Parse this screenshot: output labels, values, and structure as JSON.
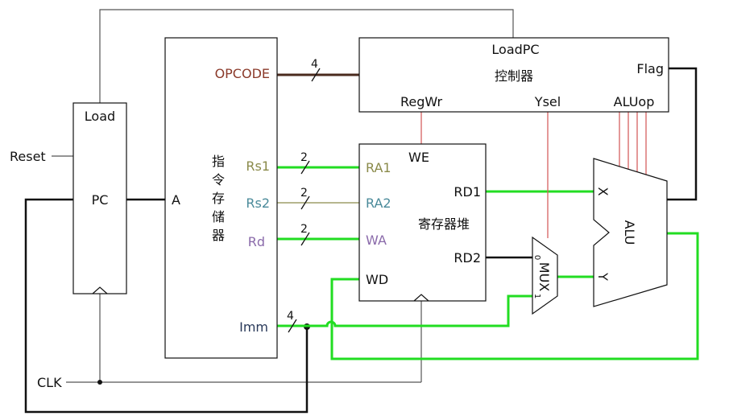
{
  "colors": {
    "black": "#111111",
    "gray": "#555555",
    "green": "#22dd22",
    "red": "#d66060",
    "brown": "#4a2a1e",
    "olive": "#8a8a4a",
    "opcode": "#8b3a2a",
    "rs1": "#8a8a4a",
    "rs2": "#4a8a9a",
    "rd": "#8a6aaa",
    "imm": "#2a3a5a",
    "ra1": "#8a8a4a",
    "ra2": "#4a8a9a",
    "wa": "#8a6aaa"
  },
  "pc": {
    "load": "Load",
    "name": "PC"
  },
  "reset": "Reset",
  "clk": "CLK",
  "imem": {
    "addr": "A",
    "title_chars": [
      "指",
      "令",
      "存",
      "储",
      "器"
    ],
    "opcode": "OPCODE",
    "rs1": "Rs1",
    "rs2": "Rs2",
    "rd": "Rd",
    "imm": "Imm"
  },
  "bus_widths": {
    "opcode": "4",
    "rs1": "2",
    "rs2": "2",
    "rd": "2",
    "imm": "4"
  },
  "controller": {
    "loadpc": "LoadPC",
    "title": "控制器",
    "flag": "Flag",
    "regwr": "RegWr",
    "ysel": "Ysel",
    "aluop": "ALUop"
  },
  "regfile": {
    "we": "WE",
    "ra1": "RA1",
    "ra2": "RA2",
    "wa": "WA",
    "wd": "WD",
    "rd1": "RD1",
    "rd2": "RD2",
    "title": "寄存器堆"
  },
  "mux": {
    "name": "MUX",
    "in0": "0",
    "in1": "1"
  },
  "alu": {
    "name": "ALU",
    "x": "X",
    "y": "Y"
  }
}
